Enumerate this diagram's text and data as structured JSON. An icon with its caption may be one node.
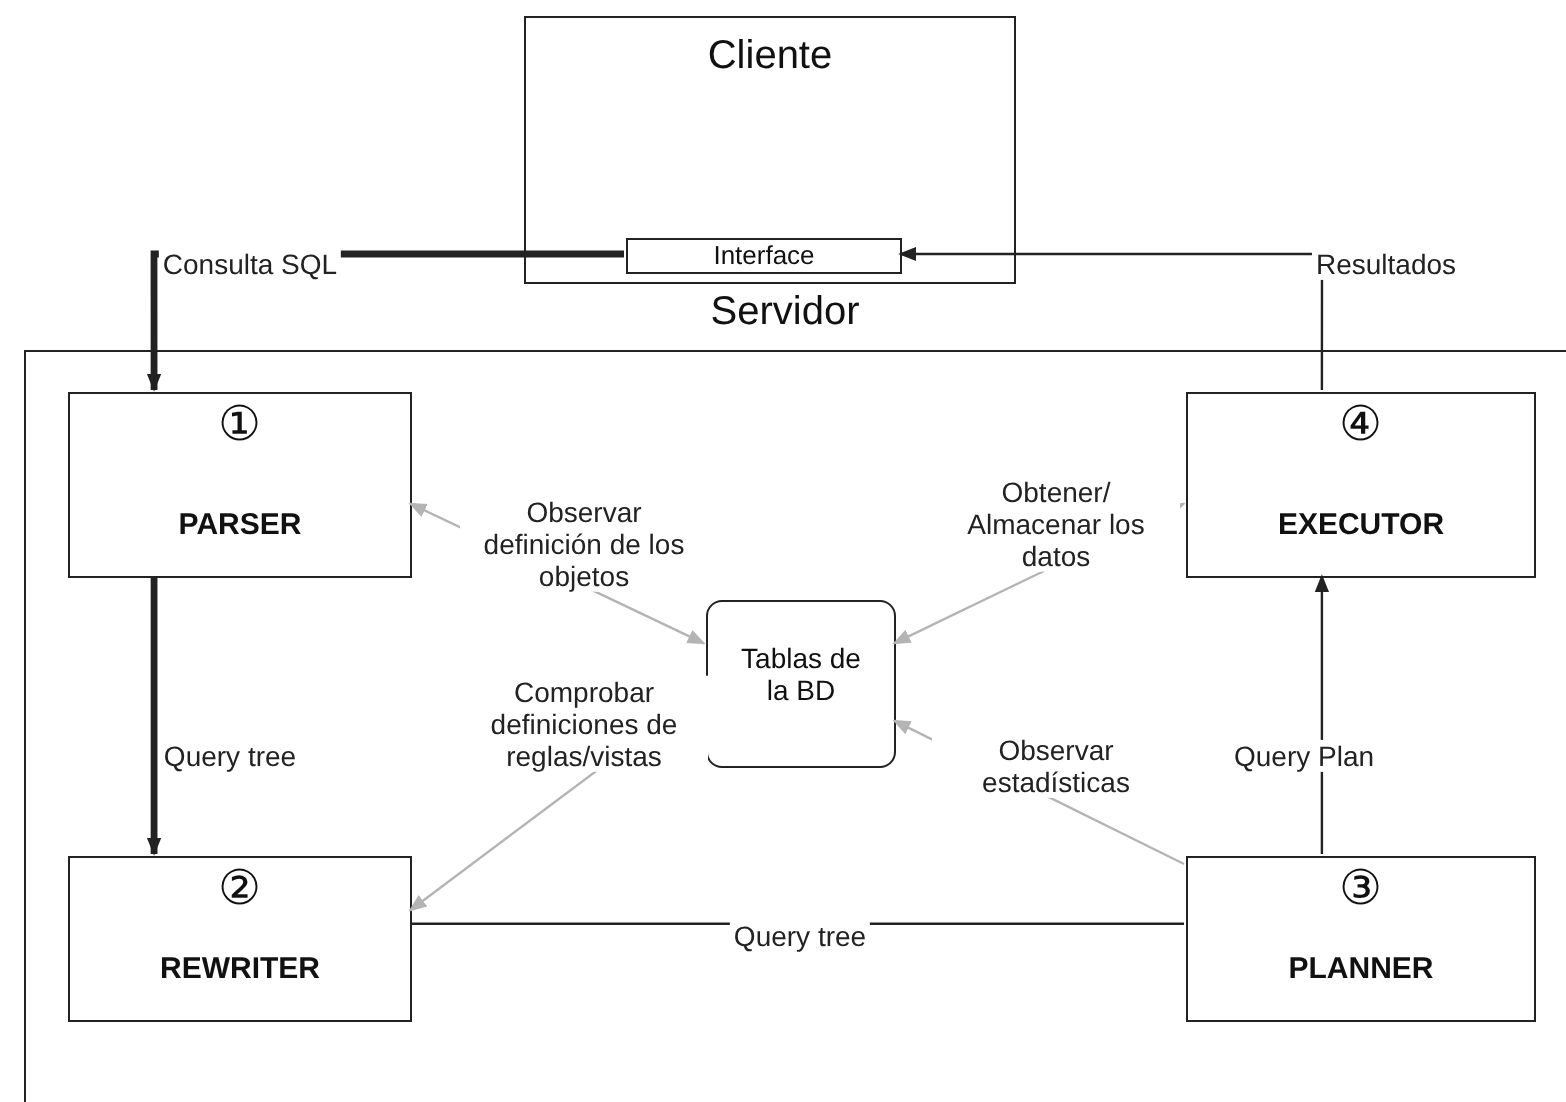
{
  "diagram": {
    "nodes": [
      {
        "text": [
          "Cliente"
        ]
      },
      {
        "text": [
          "Interface"
        ],
        "in": 0
      },
      {
        "text": [
          "Servidor"
        ]
      },
      {
        "text": [
          "①",
          "PARSER"
        ],
        "in": 2
      },
      {
        "text": [
          "④",
          "EXECUTOR"
        ],
        "in": 2
      },
      {
        "text": [
          "Tablas de la BD"
        ],
        "in": 2
      },
      {
        "text": [
          "②",
          "REWRITER"
        ],
        "in": 2
      },
      {
        "text": [
          "③",
          "PLANNER"
        ],
        "in": 2
      }
    ],
    "edges": [
      {
        "from": 1,
        "to": 3,
        "arrow": "to",
        "label": "Consulta SQL",
        "style": "thick"
      },
      {
        "from": 4,
        "to": 1,
        "arrow": "to",
        "label": "Resultados"
      },
      {
        "from": 3,
        "to": 6,
        "arrow": "to",
        "label": "Query tree",
        "style": "thick"
      },
      {
        "from": 7,
        "to": 6,
        "arrow": "none",
        "label": "Query tree"
      },
      {
        "from": 7,
        "to": 4,
        "arrow": "to",
        "label": "Query Plan"
      },
      {
        "from": 5,
        "to": 3,
        "arrow": "both",
        "label": "Observar definición de los objetos",
        "color": "#b4b4b4"
      },
      {
        "from": 5,
        "to": 4,
        "arrow": "both",
        "label": "Obtener/ Almacenar los datos",
        "color": "#b4b4b4"
      },
      {
        "from": 5,
        "to": 6,
        "arrow": "both",
        "label": "Comprobar definiciones de reglas/vistas",
        "color": "#b4b4b4"
      },
      {
        "from": 7,
        "to": 5,
        "arrow": "to",
        "label": "Observar estadísticas",
        "color": "#b4b4b4"
      }
    ]
  }
}
